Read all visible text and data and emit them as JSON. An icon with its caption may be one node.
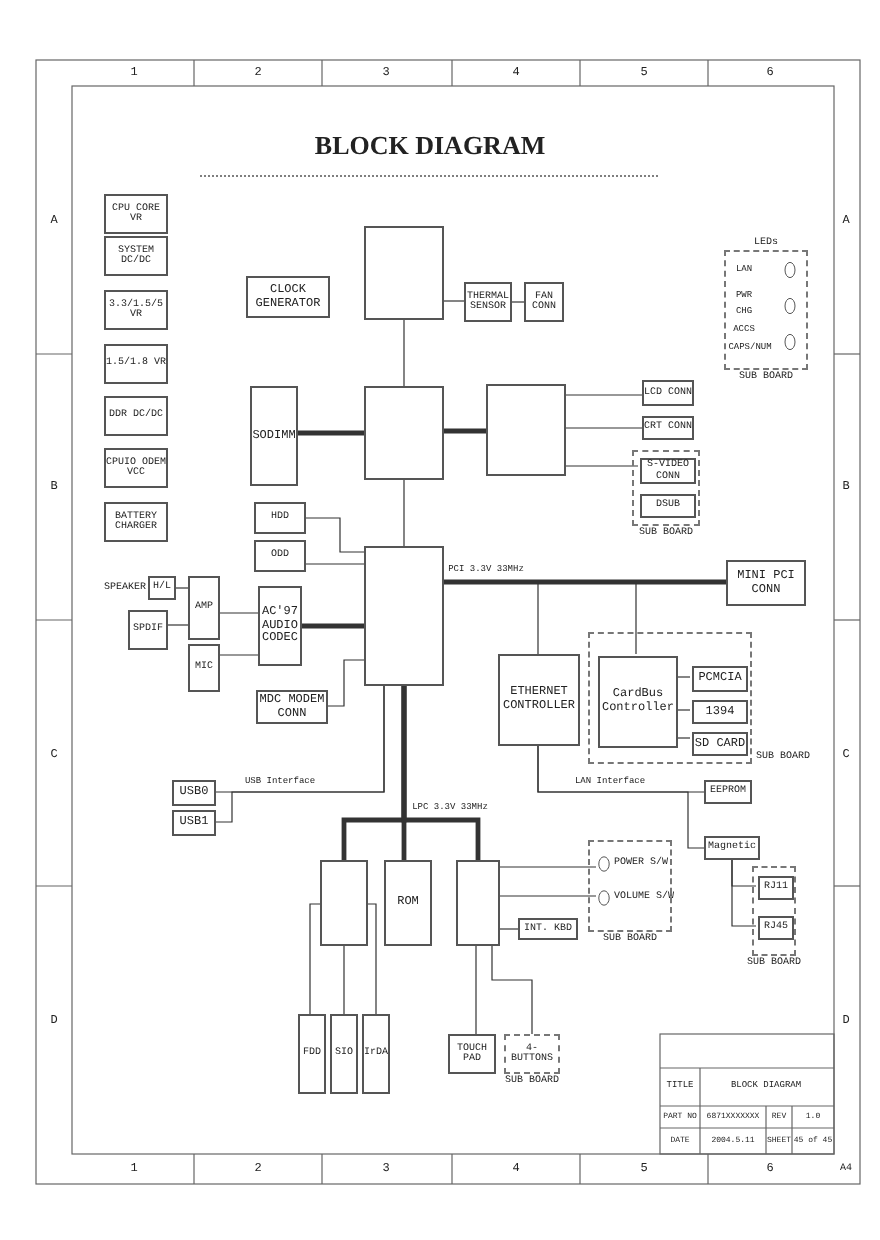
{
  "diagram": {
    "title": "BLOCK DIAGRAM",
    "nodes": [
      {
        "text": [],
        "shape": "box"
      },
      {
        "text": [
          "THERMAL SENSOR"
        ]
      },
      {
        "text": [
          "FAN CONN"
        ]
      },
      {
        "text": [
          "CLOCK GENERATOR"
        ]
      },
      {
        "text": [
          "SODIMM"
        ]
      },
      {
        "text": [],
        "shape": "box"
      },
      {
        "text": [],
        "shape": "box"
      },
      {
        "text": [
          "LCD CONN"
        ]
      },
      {
        "text": [
          "CRT CONN"
        ]
      },
      {
        "text": [
          "SUB BOARD"
        ]
      },
      {
        "text": [
          "S-VIDEO CONN"
        ],
        "in": 9
      },
      {
        "text": [
          "DSUB"
        ],
        "in": 9
      },
      {
        "text": [
          "LEDs",
          "SUB BOARD"
        ]
      },
      {
        "text": [
          "CPU CORE VR"
        ]
      },
      {
        "text": [
          "SYSTEM DC/DC"
        ]
      },
      {
        "text": [
          "3.3/1.5/5 VR"
        ]
      },
      {
        "text": [
          "1.5/1.8 VR"
        ]
      },
      {
        "text": [
          "DDR DC/DC"
        ]
      },
      {
        "text": [
          "CPUIO ODEM VCC"
        ]
      },
      {
        "text": [
          "BATTERY CHARGER"
        ]
      },
      {
        "text": [
          "HDD"
        ]
      },
      {
        "text": [
          "ODD"
        ]
      },
      {
        "text": [],
        "shape": "box"
      },
      {
        "text": [
          "MINI PCI CONN"
        ]
      },
      {
        "text": [
          "AC'97 AUDIO CODEC"
        ]
      },
      {
        "text": [
          "AMP"
        ]
      },
      {
        "text": [
          "MIC"
        ]
      },
      {
        "text": [
          "SPDIF"
        ]
      },
      {
        "text": [
          "H/L"
        ],
        "beside": [
          "SPEAKER"
        ]
      },
      {
        "text": [
          "MDC MODEM CONN"
        ]
      },
      {
        "text": [
          "ETHERNET CONTROLLER"
        ]
      },
      {
        "text": [
          "SUB BOARD"
        ]
      },
      {
        "text": [
          "CardBus Controller"
        ],
        "in": 31
      },
      {
        "text": [
          "PCMCIA"
        ],
        "in": 31
      },
      {
        "text": [
          "1394"
        ],
        "in": 31
      },
      {
        "text": [
          "SD CARD"
        ],
        "in": 31
      },
      {
        "text": [
          "USB0"
        ]
      },
      {
        "text": [
          "USB1"
        ]
      },
      {
        "text": [
          "EEPROM"
        ]
      },
      {
        "text": [
          "Magnetic"
        ]
      },
      {
        "text": [],
        "shape": "box"
      },
      {
        "text": [
          "ROM"
        ]
      },
      {
        "text": [],
        "shape": "box"
      },
      {
        "text": [
          "SUB BOARD"
        ]
      },
      {
        "text": [
          "POWER S/W"
        ],
        "in": 43
      },
      {
        "text": [
          "VOLUME S/W"
        ],
        "in": 43
      },
      {
        "text": [
          "INT. KBD"
        ]
      },
      {
        "text": [
          "SUB BOARD"
        ]
      },
      {
        "text": [
          "RJ11"
        ],
        "in": 47
      },
      {
        "text": [
          "RJ45"
        ],
        "in": 47
      },
      {
        "text": [
          "FDD"
        ]
      },
      {
        "text": [
          "SIO"
        ]
      },
      {
        "text": [
          "IrDA"
        ]
      },
      {
        "text": [
          "TOUCH PAD"
        ]
      },
      {
        "text": [
          "4-BUTTONS",
          "SUB BOARD"
        ]
      }
    ],
    "edges": [
      {
        "from": 0,
        "to": 5,
        "arrow": "none"
      },
      {
        "from": 0,
        "to": 1,
        "arrow": "none"
      },
      {
        "from": 1,
        "to": 2,
        "arrow": "none"
      },
      {
        "from": 4,
        "to": 5,
        "arrow": "none",
        "style": "thick"
      },
      {
        "from": 5,
        "to": 6,
        "arrow": "none",
        "style": "thick"
      },
      {
        "from": 6,
        "to": 7,
        "arrow": "none"
      },
      {
        "from": 6,
        "to": 8,
        "arrow": "none"
      },
      {
        "from": 6,
        "to": 10,
        "arrow": "none"
      },
      {
        "from": 5,
        "to": 22,
        "arrow": "none"
      },
      {
        "from": 20,
        "to": 22,
        "arrow": "none"
      },
      {
        "from": 21,
        "to": 22,
        "arrow": "none"
      },
      {
        "from": 24,
        "to": 22,
        "arrow": "none",
        "style": "thick"
      },
      {
        "from": 29,
        "to": 22,
        "arrow": "none"
      },
      {
        "from": 25,
        "to": 24,
        "arrow": "none"
      },
      {
        "from": 26,
        "to": 24,
        "arrow": "none"
      },
      {
        "from": 28,
        "to": 25,
        "arrow": "none"
      },
      {
        "from": 27,
        "to": 25,
        "arrow": "none"
      },
      {
        "from": 22,
        "to": 23,
        "arrow": "none",
        "style": "thick",
        "label": "PCI 3.3V 33MHz"
      },
      {
        "from": 22,
        "to": 30,
        "arrow": "none"
      },
      {
        "from": 22,
        "to": 32,
        "arrow": "none"
      },
      {
        "from": 32,
        "to": 33,
        "arrow": "none"
      },
      {
        "from": 32,
        "to": 34,
        "arrow": "none"
      },
      {
        "from": 32,
        "to": 35,
        "arrow": "none"
      },
      {
        "from": 36,
        "to": 22,
        "arrow": "none",
        "label": "USB Interface"
      },
      {
        "from": 37,
        "to": 22,
        "arrow": "none"
      },
      {
        "from": 30,
        "to": 38,
        "arrow": "none",
        "label": "LAN Interface"
      },
      {
        "from": 30,
        "to": 39,
        "arrow": "none"
      },
      {
        "from": 39,
        "to": 48,
        "arrow": "none"
      },
      {
        "from": 39,
        "to": 49,
        "arrow": "none"
      },
      {
        "from": 22,
        "to": 40,
        "arrow": "none",
        "style": "thick",
        "label": "LPC 3.3V 33MHz"
      },
      {
        "from": 22,
        "to": 41,
        "arrow": "none",
        "style": "thick"
      },
      {
        "from": 22,
        "to": 42,
        "arrow": "none",
        "style": "thick"
      },
      {
        "from": 40,
        "to": 50,
        "arrow": "none"
      },
      {
        "from": 40,
        "to": 51,
        "arrow": "none"
      },
      {
        "from": 40,
        "to": 52,
        "arrow": "none"
      },
      {
        "from": 42,
        "to": 44,
        "arrow": "none"
      },
      {
        "from": 42,
        "to": 45,
        "arrow": "none"
      },
      {
        "from": 42,
        "to": 46,
        "arrow": "none"
      },
      {
        "from": 42,
        "to": 53,
        "arrow": "none"
      },
      {
        "from": 42,
        "to": 54,
        "arrow": "none"
      }
    ],
    "labels": [
      "1",
      "2",
      "3",
      "4",
      "5",
      "6",
      "A",
      "A",
      "LAN",
      "PWR",
      "CHG",
      "ACCS",
      "CAPS/NUM",
      "B",
      "B",
      "C",
      "C",
      "D",
      "D",
      "TITLE",
      "BLOCK DIAGRAM",
      "PART NO",
      "6871XXXXXXX",
      "REV",
      "1.0",
      "DATE",
      "2004.5.11",
      "SHEET",
      "45 of 45",
      "1",
      "2",
      "3",
      "4",
      "5",
      "6",
      "A4"
    ]
  }
}
